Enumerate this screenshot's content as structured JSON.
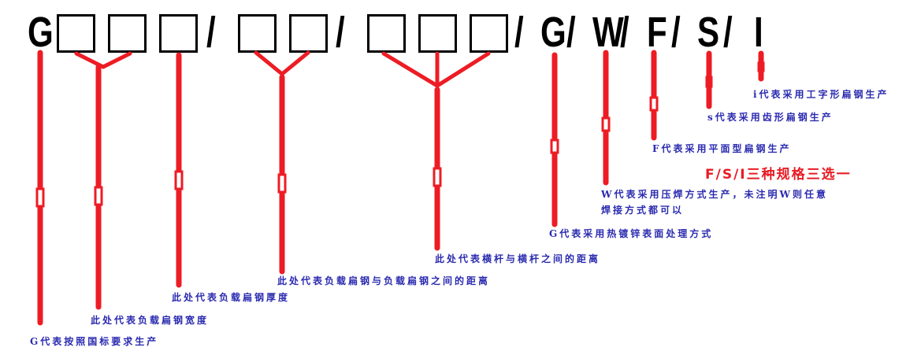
{
  "code_format": {
    "prefix": "G",
    "slash": "/",
    "suffix_letters": [
      "G",
      "W",
      "F",
      "S",
      "I"
    ],
    "groups": [
      {
        "name": "bearing-bar-width",
        "box_count": 2
      },
      {
        "name": "bearing-bar-thickness",
        "box_count": 1
      },
      {
        "name": "bearing-bar-pitch",
        "box_count": 2
      },
      {
        "name": "cross-bar-pitch",
        "box_count": 3
      }
    ]
  },
  "labels": {
    "g_standard": "G代表按照国标要求生产",
    "bar_width": "此处代表负载扁钢宽度",
    "bar_thickness": "此处代表负载扁钢厚度",
    "bar_pitch": "此处代表负载扁钢与负载扁钢之间的距离",
    "cross_pitch": "此处代表横杆与横杆之间的距离",
    "g_galvanized": "G代表采用热镀锌表面处理方式",
    "w_line1": "W代表采用压焊方式生产，未注明W则任意",
    "w_line2": "焊接方式都可以",
    "f_plain": "F代表采用平面型扁钢生产",
    "s_serrated": "s代表采用齿形扁钢生产",
    "i_ibar": "i代表采用工字形扁钢生产"
  },
  "note": {
    "choice": "F/S/I三种规格三选一"
  },
  "colors": {
    "line": "#ed1c24",
    "label_text": "#2b2bb0",
    "note_text": "#e81c24",
    "code_text": "#000000"
  }
}
